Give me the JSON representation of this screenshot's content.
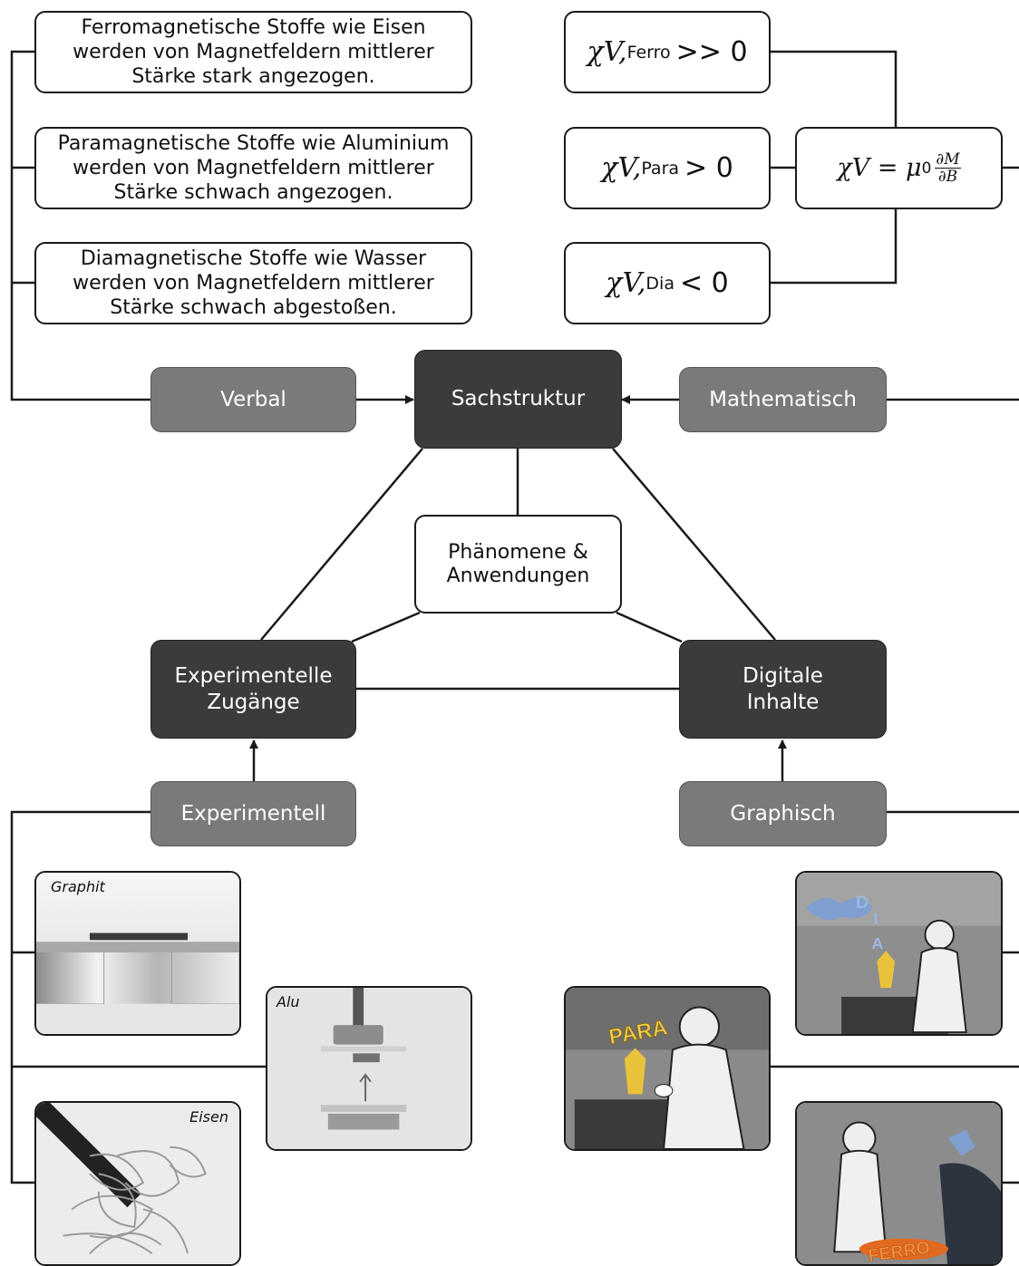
{
  "text_boxes": {
    "ferro": "Ferromagnetische Stoffe wie Eisen werden von Magnetfeldern mittlerer Stärke stark angezogen.",
    "para": "Paramagnetische Stoffe wie Aluminium werden von Magnetfeldern mittlerer Stärke schwach angezogen.",
    "dia": "Diamagnetische Stoffe wie Wasser werden von Magnetfeldern mittlerer Stärke schwach abgestoßen."
  },
  "formulas": {
    "ferro": {
      "symbol": "χV,",
      "sub": "Ferro",
      "rel": ">> 0"
    },
    "para": {
      "symbol": "χV,",
      "sub": "Para",
      "rel": "> 0"
    },
    "dia": {
      "symbol": "χV,",
      "sub": "Dia",
      "rel": "< 0"
    },
    "main": {
      "lhs": "χV = μ",
      "sub": "0",
      "num": "∂M",
      "den": "∂B"
    }
  },
  "representations": {
    "verbal": "Verbal",
    "mathematisch": "Mathematisch",
    "experimentell": "Experimentell",
    "graphisch": "Graphisch"
  },
  "nodes": {
    "sachstruktur": "Sachstruktur",
    "phaenomene_line1": "Phänomene &",
    "phaenomene_line2": "Anwendungen",
    "experimentelle_line1": "Experimentelle",
    "experimentelle_line2": "Zugänge",
    "digitale_line1": "Digitale",
    "digitale_line2": "Inhalte"
  },
  "photo_captions": {
    "graphit": "Graphit",
    "alu": "Alu",
    "eisen": "Eisen"
  },
  "cartoon_letters": {
    "dia": [
      "D",
      "I",
      "A"
    ],
    "para": "PARA",
    "ferro": "FERRO"
  },
  "colors": {
    "dark_node": "#3b3b3b",
    "grey_node": "#7a7a7a",
    "line": "#1a1a1a"
  }
}
